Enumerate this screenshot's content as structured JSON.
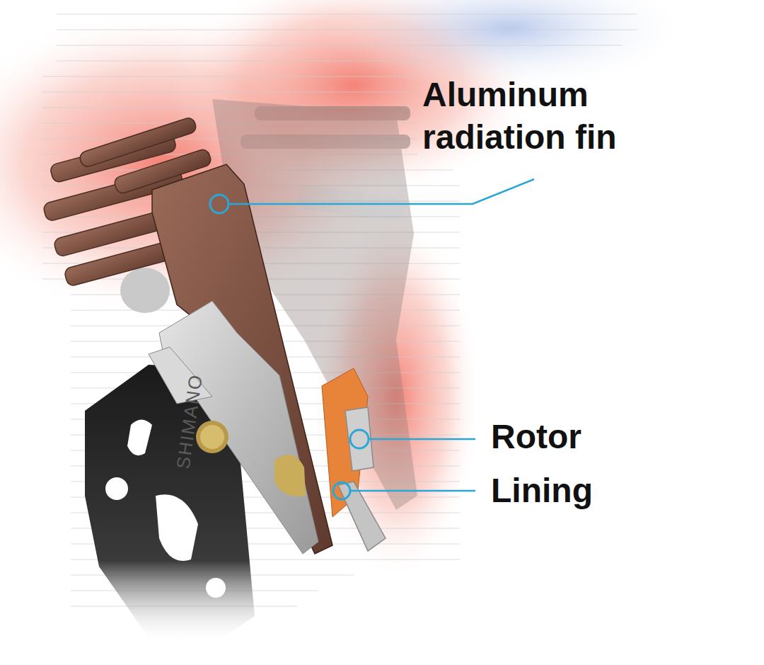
{
  "diagram": {
    "labels": [
      "Aluminum radiation fin",
      "Rotor",
      "Lining",
      "SHIMANO"
    ]
  }
}
